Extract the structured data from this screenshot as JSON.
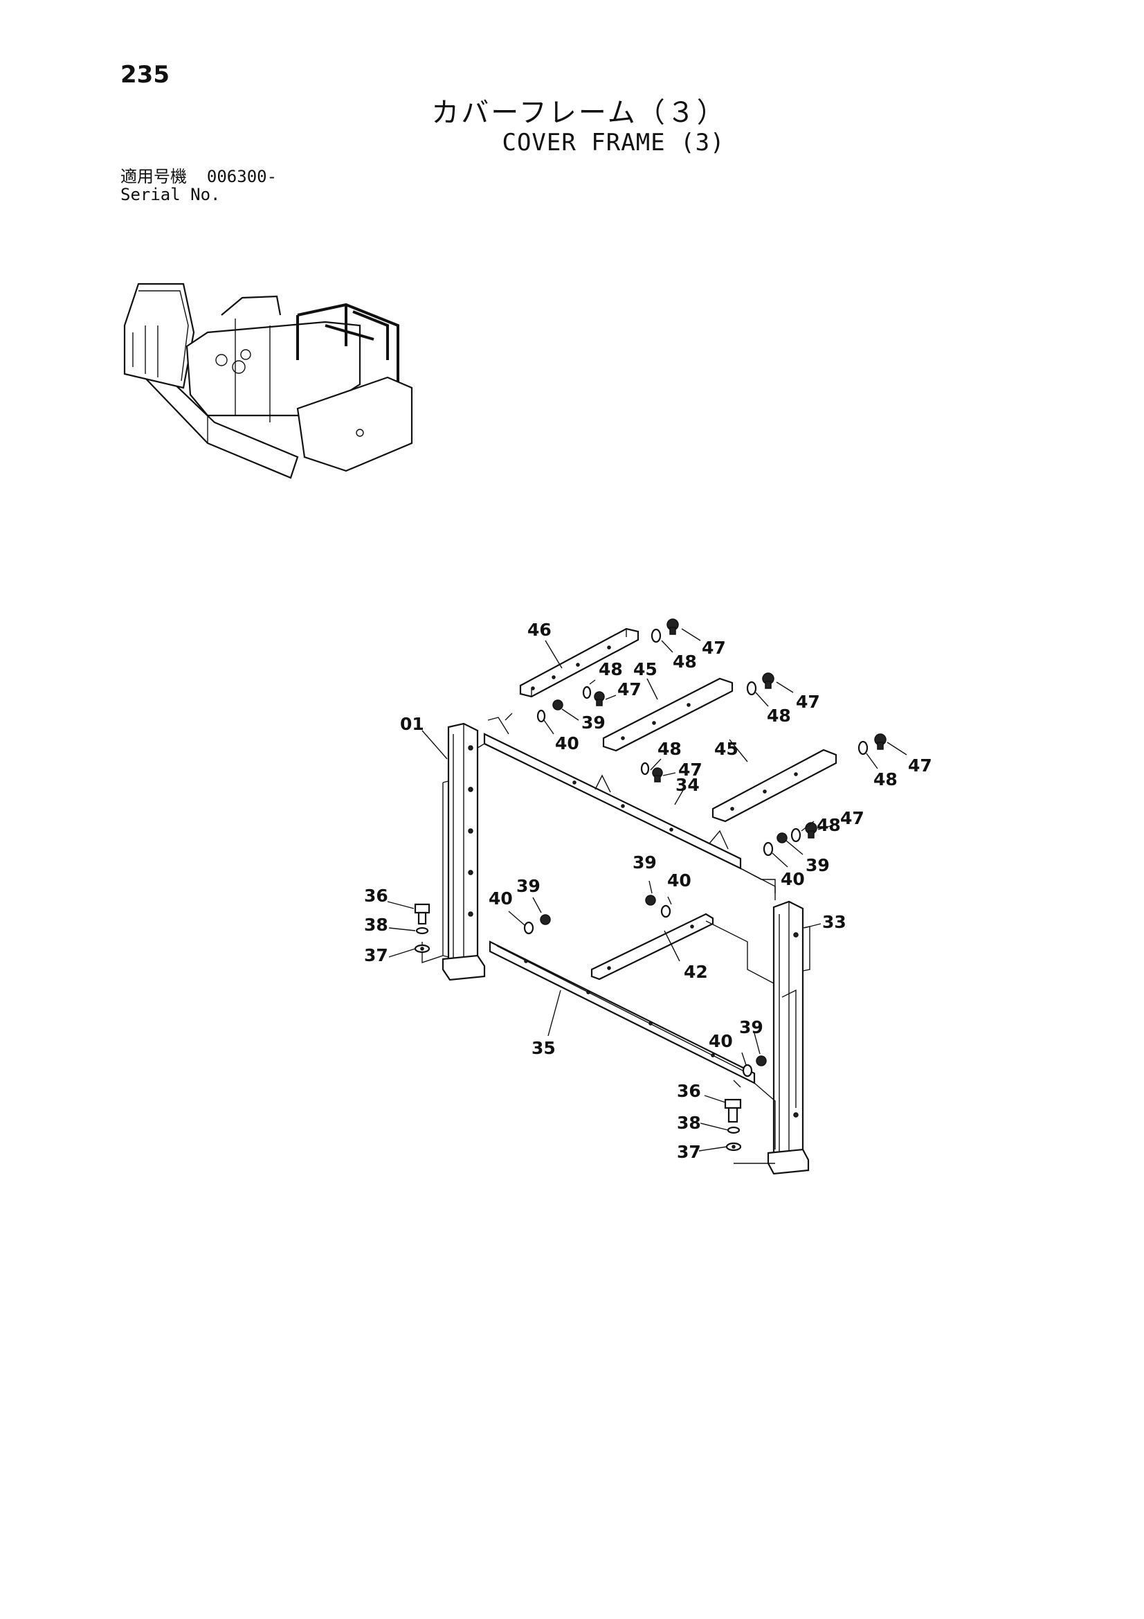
{
  "page_number": "235",
  "title_jp": "カバーフレーム（３）",
  "title_en": "COVER FRAME (3)",
  "serial": {
    "label_jp": "適用号機",
    "value": "006300-",
    "label_en": "Serial No."
  },
  "callouts": {
    "c46": "46",
    "c47a": "47",
    "c48a": "48",
    "c48b": "48",
    "c47b": "47",
    "c45a": "45",
    "c47c": "47",
    "c48c": "48",
    "c01": "01",
    "c39a": "39",
    "c40a": "40",
    "c48d": "48",
    "c47d": "47",
    "c45b": "45",
    "c47e": "47",
    "c48e": "48",
    "c34": "34",
    "c48f": "48",
    "c47f": "47",
    "c39b": "39",
    "c40b": "40",
    "c36a": "36",
    "c38a": "38",
    "c37a": "37",
    "c40c": "40",
    "c39c": "39",
    "c39d": "39",
    "c40d": "40",
    "c33": "33",
    "c42": "42",
    "c35": "35",
    "c39e": "39",
    "c40e": "40",
    "c36b": "36",
    "c38b": "38",
    "c37b": "37"
  }
}
